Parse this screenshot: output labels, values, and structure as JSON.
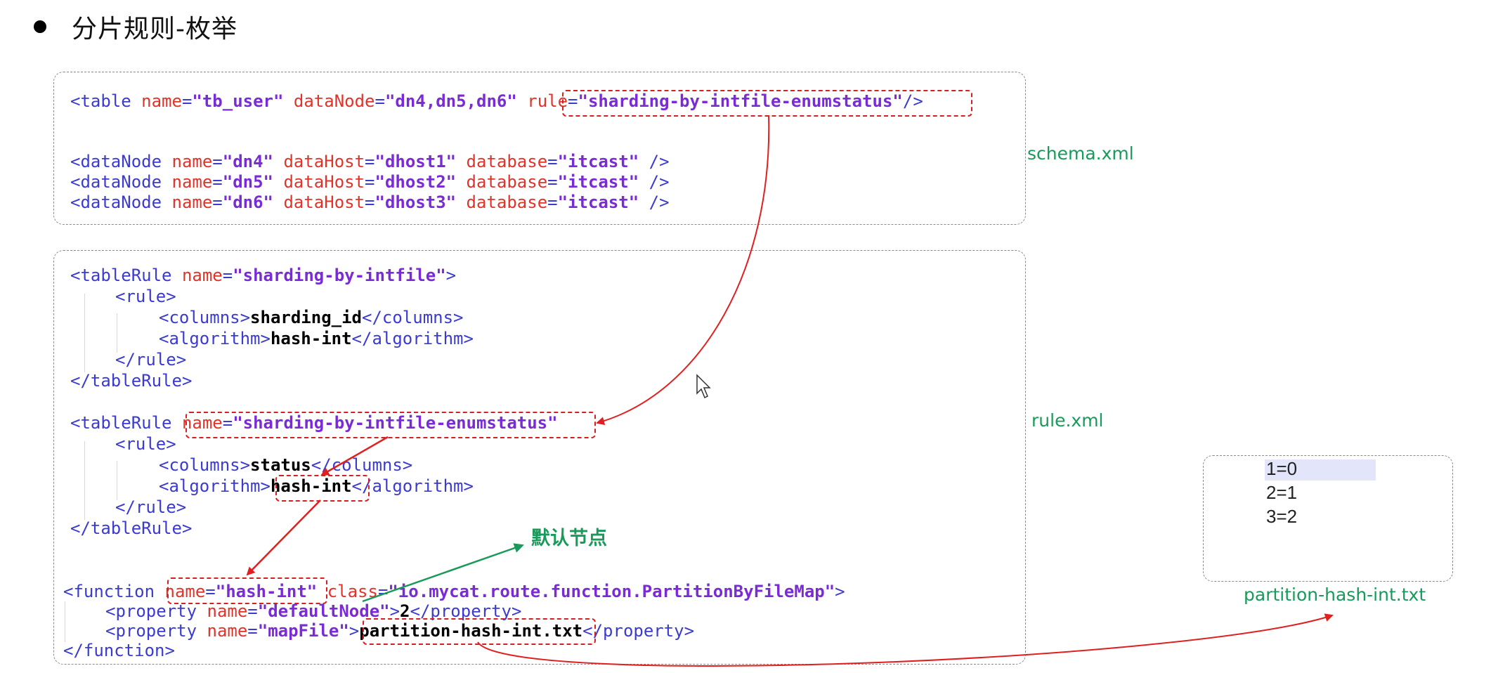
{
  "title": "分片规则-枚举",
  "schema": {
    "file_label": "schema.xml",
    "table": {
      "tag": "table",
      "name_attr": "name",
      "name": "\"tb_user\"",
      "dn_attr": "dataNode",
      "dn": "\"dn4,dn5,dn6\"",
      "rule_attr": "rule",
      "rule": "\"sharding-by-intfile-enumstatus\""
    },
    "datanodes": [
      {
        "name": "\"dn4\"",
        "host": "\"dhost1\"",
        "db": "\"itcast\""
      },
      {
        "name": "\"dn5\"",
        "host": "\"dhost2\"",
        "db": "\"itcast\""
      },
      {
        "name": "\"dn6\"",
        "host": "\"dhost3\"",
        "db": "\"itcast\""
      }
    ]
  },
  "rule": {
    "file_label": "rule.xml",
    "rule1_name": "\"sharding-by-intfile\"",
    "rule1_columns": "sharding_id",
    "rule1_algorithm": "hash-int",
    "rule2_name": "\"sharding-by-intfile-enumstatus\"",
    "rule2_columns": "status",
    "rule2_algorithm": "hash-int",
    "func_name": "\"hash-int\"",
    "func_class": "\"io.mycat.route.function.PartitionByFileMap\"",
    "prop1_name": "\"defaultNode\"",
    "prop1_value": "2",
    "prop2_name": "\"mapFile\"",
    "prop2_value": "partition-hash-int.txt",
    "default_node_label": "默认节点"
  },
  "mapfile": {
    "file_label": "partition-hash-int.txt",
    "lines": [
      "1=0",
      "2=1",
      "3=2"
    ]
  },
  "colors": {
    "arrow_red": "#e02020",
    "arrow_green": "#1a9a5a",
    "label_green": "#1a9a5a"
  }
}
